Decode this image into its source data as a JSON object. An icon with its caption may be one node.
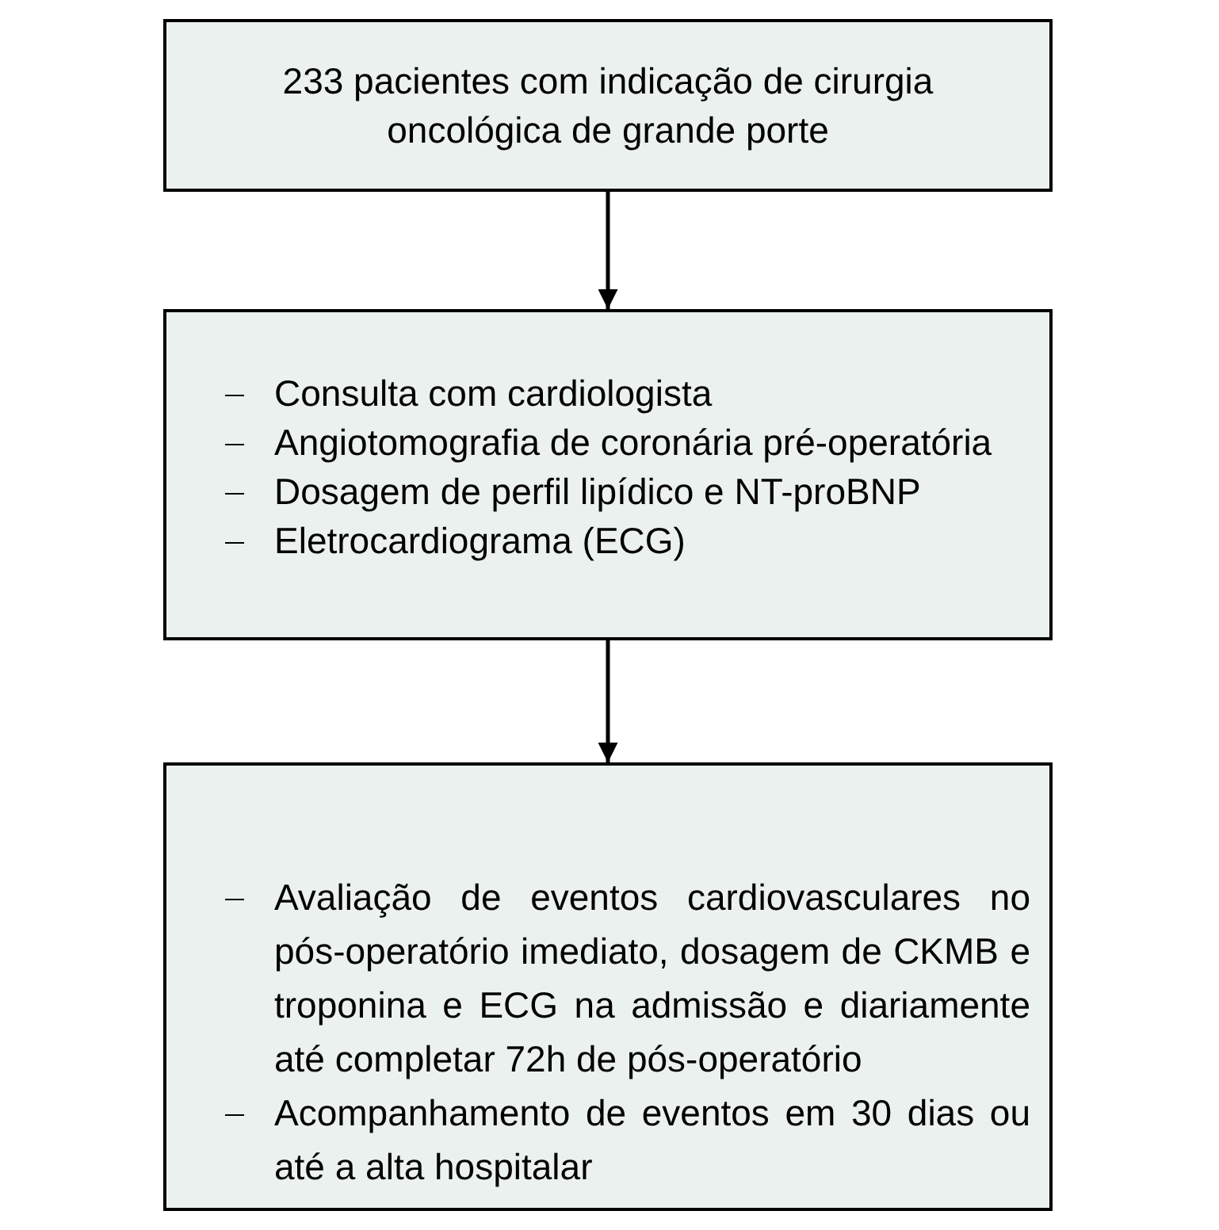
{
  "diagram": {
    "nodes": [
      {
        "text": [
          "233 pacientes com indicação de cirurgia oncológica de grande porte"
        ]
      },
      {
        "text": [
          "Consulta com cardiologista",
          "Angiotomografia de coronária pré-operatória",
          "Dosagem de perfil lipídico e NT-proBNP",
          "Eletrocardiograma (ECG)"
        ]
      },
      {
        "text": [
          "Avaliação de eventos cardiovasculares no pós-operatório imediato, dosagem de CKMB e troponina e ECG na admissão e diariamente até completar 72h de pós-operatório",
          "Acompanhamento de eventos em 30 dias ou até a alta hospitalar"
        ]
      }
    ],
    "edges": [
      {
        "from": 0,
        "to": 1,
        "arrow": "to"
      },
      {
        "from": 1,
        "to": 2,
        "arrow": "to"
      }
    ]
  }
}
